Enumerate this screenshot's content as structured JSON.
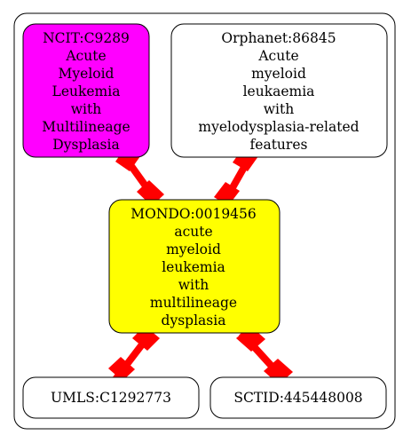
{
  "colors": {
    "magenta": "#ff00ff",
    "yellow": "#ffff00",
    "white": "#ffffff",
    "edge": "#ff0000",
    "stroke": "#000000"
  },
  "nodes": {
    "ncit": {
      "fill": "#ff00ff",
      "lines": [
        "NCIT:C9289",
        "Acute",
        "Myeloid",
        "Leukemia",
        "with",
        "Multilineage",
        "Dysplasia"
      ]
    },
    "orphanet": {
      "fill": "#ffffff",
      "lines": [
        "Orphanet:86845",
        "Acute",
        "myeloid",
        "leukaemia",
        "with",
        "myelodysplasia-related",
        "features"
      ]
    },
    "mondo": {
      "fill": "#ffff00",
      "lines": [
        "MONDO:0019456",
        "acute",
        "myeloid",
        "leukemia",
        "with",
        "multilineage",
        "dysplasia"
      ]
    },
    "umls": {
      "fill": "#ffffff",
      "lines": [
        "UMLS:C1292773"
      ]
    },
    "sctid": {
      "fill": "#ffffff",
      "lines": [
        "SCTID:445448008"
      ]
    }
  },
  "edges": [
    {
      "from": "ncit",
      "to": "mondo"
    },
    {
      "from": "orphanet",
      "to": "mondo"
    },
    {
      "from": "mondo",
      "to": "umls"
    },
    {
      "from": "mondo",
      "to": "sctid"
    }
  ]
}
